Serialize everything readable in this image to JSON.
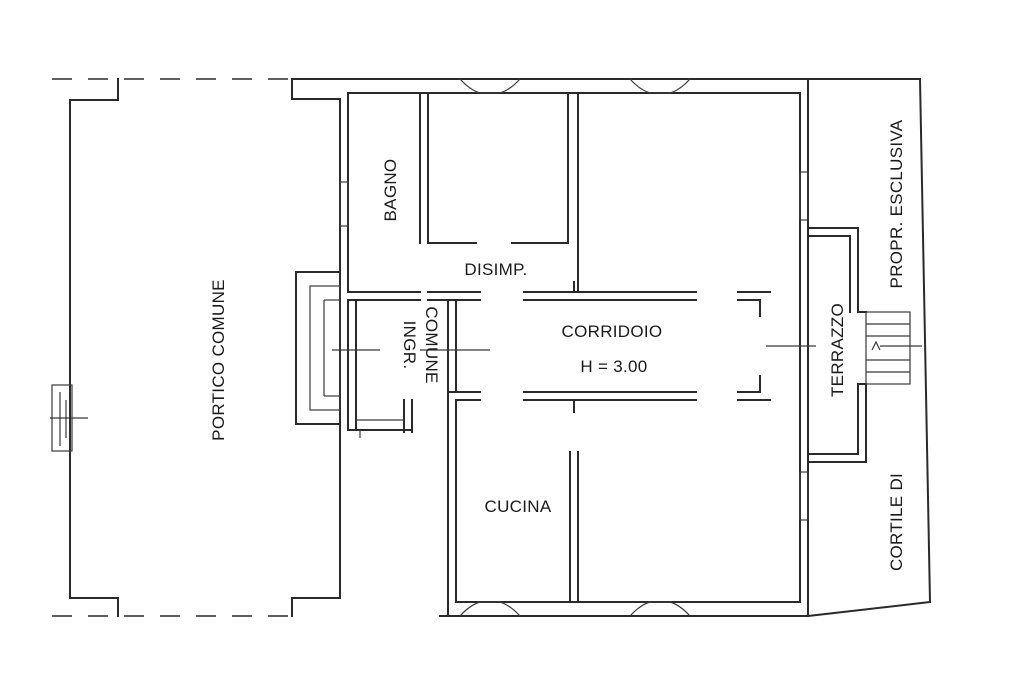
{
  "rooms": {
    "portico": "PORTICO COMUNE",
    "bagno": "BAGNO",
    "disimpegno": "DISIMP.",
    "corridoio": "CORRIDOIO",
    "height": "H = 3.00",
    "ingresso": "INGR.",
    "comune": "COMUNE",
    "terrazzo": "TERRAZZO",
    "cucina": "CUCINA",
    "proprieta": "PROPR. ESCLUSIVA",
    "cortile": "CORTILE DI"
  }
}
